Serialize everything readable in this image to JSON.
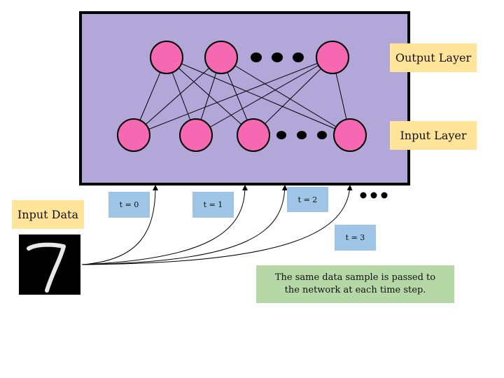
{
  "labels": {
    "output_layer": "Output Layer",
    "input_layer": "Input Layer",
    "input_data": "Input Data",
    "caption": "The same data sample is passed to the network at each time step."
  },
  "time_steps": [
    "t = 0",
    "t = 1",
    "t = 2",
    "t = 3"
  ],
  "colors": {
    "network_box": "#b3a6d8",
    "neuron": "#f768b2",
    "yellow_label": "#ffe49a",
    "time_label": "#9ec4e6",
    "caption_box": "#b6d8a6"
  },
  "icons": {
    "input_image": "handwritten-digit-7-image",
    "ellipsis": "ellipsis-dots"
  }
}
